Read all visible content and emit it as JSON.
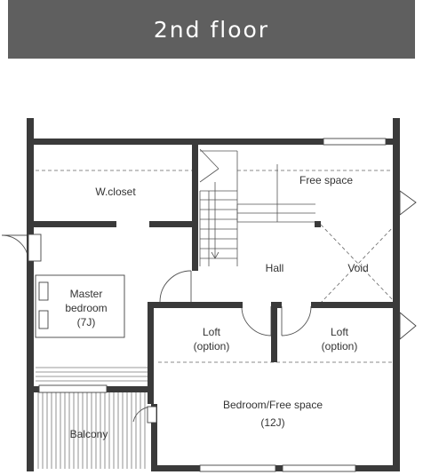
{
  "header": {
    "title": "2nd floor"
  },
  "rooms": {
    "wcloset": "W.closet",
    "free_space": "Free space",
    "hall": "Hall",
    "void": "Void",
    "master_line1": "Master",
    "master_line2": "bedroom",
    "master_line3": "(7J)",
    "loft1_line1": "Loft",
    "loft1_line2": "(option)",
    "loft2_line1": "Loft",
    "loft2_line2": "(option)",
    "bedroom_line1": "Bedroom/Free space",
    "bedroom_line2": "(12J)",
    "balcony": "Balcony"
  },
  "colors": {
    "wall": "#3a3a3a",
    "banner": "#5f5f5f",
    "line": "#555555"
  }
}
